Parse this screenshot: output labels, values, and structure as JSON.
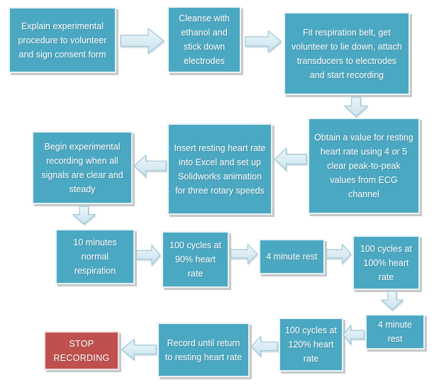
{
  "diagram": {
    "type": "flowchart",
    "steps": [
      {
        "id": 1,
        "text": "Explain experimental procedure to volunteer and sign consent form",
        "kind": "process"
      },
      {
        "id": 2,
        "text": "Cleanse with ethanol and stick down electrodes",
        "kind": "process"
      },
      {
        "id": 3,
        "text": "Fit respiration belt, get volunteer to lie down, attach transducers to electrodes and start recording",
        "kind": "process"
      },
      {
        "id": 4,
        "text": "Obtain a value for resting heart rate using 4 or 5 clear peak-to-peak values from ECG channel",
        "kind": "process"
      },
      {
        "id": 5,
        "text": "Insert resting heart rate into Excel and set up Solidworks animation for three rotary speeds",
        "kind": "process"
      },
      {
        "id": 6,
        "text": "Begin experimental recording when all signals are clear and steady",
        "kind": "process"
      },
      {
        "id": 7,
        "text": "10 minutes normal respiration",
        "kind": "process"
      },
      {
        "id": 8,
        "text": "100 cycles at 90% heart rate",
        "kind": "process"
      },
      {
        "id": 9,
        "text": "4 minute rest",
        "kind": "process"
      },
      {
        "id": 10,
        "text": "100 cycles at 100% heart rate",
        "kind": "process"
      },
      {
        "id": 11,
        "text": "4 minute rest",
        "kind": "process"
      },
      {
        "id": 12,
        "text": "100 cycles at 120% heart rate",
        "kind": "process"
      },
      {
        "id": 13,
        "text": "Record until return to resting heart rate",
        "kind": "process"
      },
      {
        "id": 14,
        "text": "STOP RECORDING",
        "kind": "stop"
      }
    ],
    "colors": {
      "process_fill": "#4BA8C2",
      "stop_fill": "#C0504D",
      "box_edge": "#EAF2F5",
      "stop_edge": "#F2E6E5",
      "shadow": "#C6C9CA",
      "arrow_fill_top": "#EDF6FA",
      "arrow_fill_bottom": "#C9E2EE",
      "arrow_border": "#9CC7D8",
      "text": "#FFFFFF"
    }
  }
}
